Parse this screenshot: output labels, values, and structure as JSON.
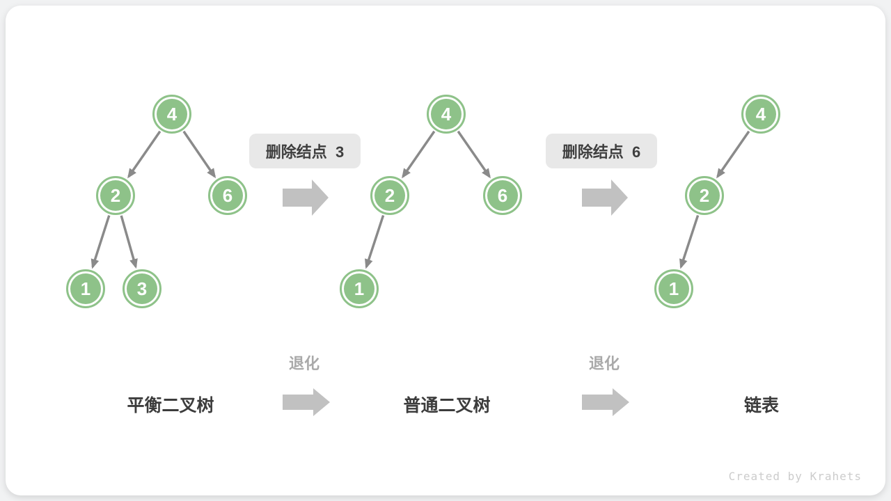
{
  "page": {
    "watermark": "Created by Krahets"
  },
  "colors": {
    "page_bg": "#f1f2f3",
    "card_bg": "#ffffff",
    "node_fill": "#8ec289",
    "node_ring": "#ffffff",
    "node_text": "#ffffff",
    "edge": "#8a8a8a",
    "block_arrow": "#c1c1c1",
    "badge_bg": "#e8e8e8",
    "badge_text": "#3f3f3f",
    "tree_label": "#3c3c3c",
    "degrade_label": "#a9a9a9",
    "watermark": "#cccccc"
  },
  "badges": [
    {
      "label": "删除结点  3"
    },
    {
      "label": "删除结点  6"
    }
  ],
  "degrade_arrows": [
    {
      "label": "退化"
    },
    {
      "label": "退化"
    }
  ],
  "trees": [
    {
      "label": "平衡二叉树",
      "nodes": [
        "4",
        "2",
        "6",
        "1",
        "3"
      ],
      "edges": [
        "4→2",
        "4→6",
        "2→1",
        "2→3"
      ]
    },
    {
      "label": "普通二叉树",
      "nodes": [
        "4",
        "2",
        "6",
        "1"
      ],
      "edges": [
        "4→2",
        "4→6",
        "2→1"
      ]
    },
    {
      "label": "链表",
      "nodes": [
        "4",
        "2",
        "1"
      ],
      "edges": [
        "4→2",
        "2→1"
      ]
    }
  ]
}
